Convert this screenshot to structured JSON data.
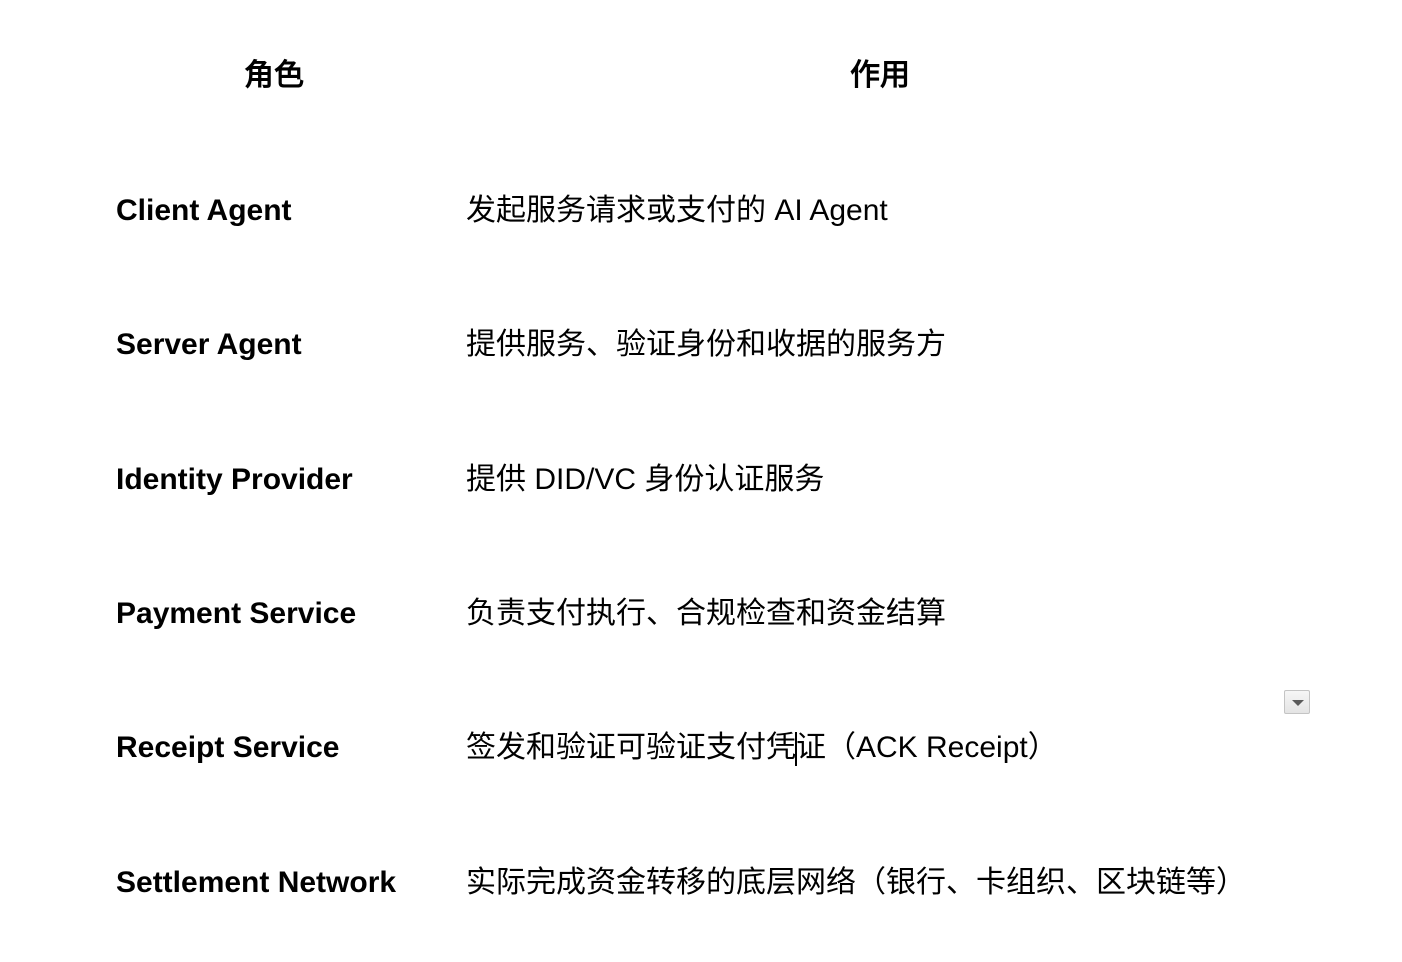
{
  "table": {
    "headers": {
      "role": "角色",
      "purpose": "作用"
    },
    "rows": [
      {
        "role": "Client Agent",
        "desc": "发起服务请求或支付的 AI Agent"
      },
      {
        "role": "Server Agent",
        "desc": "提供服务、验证身份和收据的服务方"
      },
      {
        "role": "Identity Provider",
        "desc": "提供 DID/VC 身份认证服务"
      },
      {
        "role": "Payment Service",
        "desc": "负责支付执行、合规检查和资金结算"
      },
      {
        "role": "Receipt Service",
        "desc_before_cursor": "签发和验证可验证支付凭",
        "desc_after_cursor": "证（ACK Receipt）"
      },
      {
        "role": "Settlement Network",
        "desc": "实际完成资金转移的底层网络（银行、卡组织、区块链等）"
      }
    ]
  },
  "dropdown": {
    "icon": "chevron-down-icon"
  }
}
